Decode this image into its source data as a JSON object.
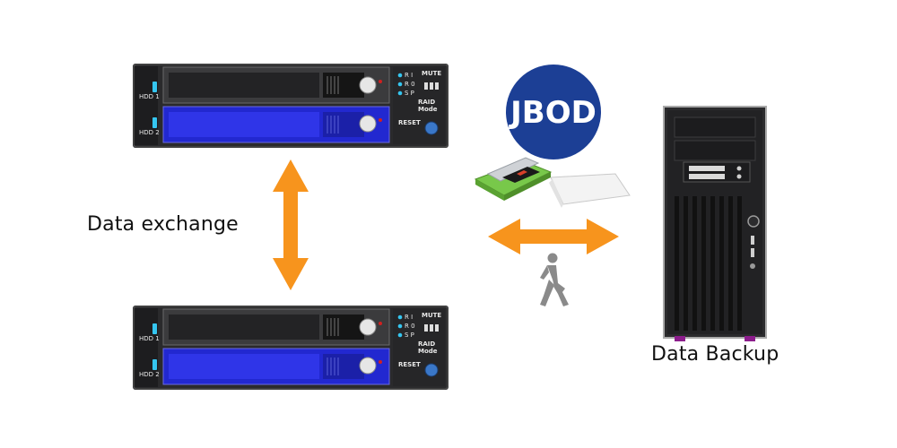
{
  "labels": {
    "exchange": "Data exchange",
    "backup": "Data Backup"
  },
  "badge": {
    "text": "JBOD",
    "color": "#1c3f95"
  },
  "accent": "#f7941d",
  "enclosure": {
    "bays": [
      "HDD 1",
      "HDD 2"
    ],
    "leds": [
      "R I",
      "R 0",
      "S P"
    ],
    "mute": "MUTE",
    "raid": "RAID",
    "mode": "Mode",
    "reset": "RESET"
  }
}
